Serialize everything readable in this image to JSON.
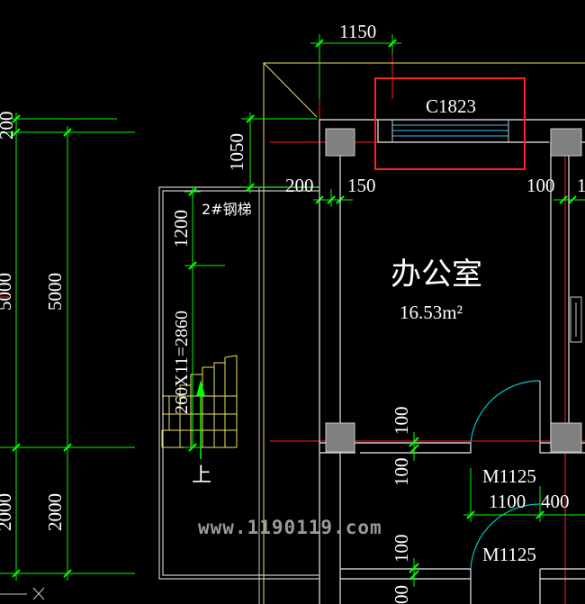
{
  "drawing": {
    "colors": {
      "background": "#000000",
      "wall": "#c8c8c8",
      "dimension": "#00ff00",
      "axis": "#ff2020",
      "text": "#ffffff",
      "highlight": "#ff2020",
      "stair": "#f0e060",
      "door_arc": "#00c8c8",
      "window": "#40c0ff",
      "watermark": "#9a9a9a"
    },
    "dims": {
      "window_width": "1150",
      "window_offset_v": "1050",
      "wall_200": "200",
      "wall_150": "150",
      "right_100": "100",
      "right_1": "1",
      "stair_1200": "1200",
      "stair_run": "260X11=2860",
      "left_200": "200",
      "left_5000_a": "5000",
      "left_5000_b": "5000",
      "left_2000_a": "2000",
      "left_2000_b": "2000",
      "door_100_a": "100",
      "door_100_b": "100",
      "door_100_c": "100",
      "door_100_d": "00",
      "door_width": "1100",
      "door_side": "400"
    },
    "labels": {
      "window_code": "C1823",
      "room_name": "办公室",
      "room_area": "16.53m²",
      "stair_name": "2#钢梯",
      "stair_up": "上",
      "door_code_a": "M1125",
      "door_code_b": "M1125",
      "watermark": "www.1190119.com"
    }
  }
}
